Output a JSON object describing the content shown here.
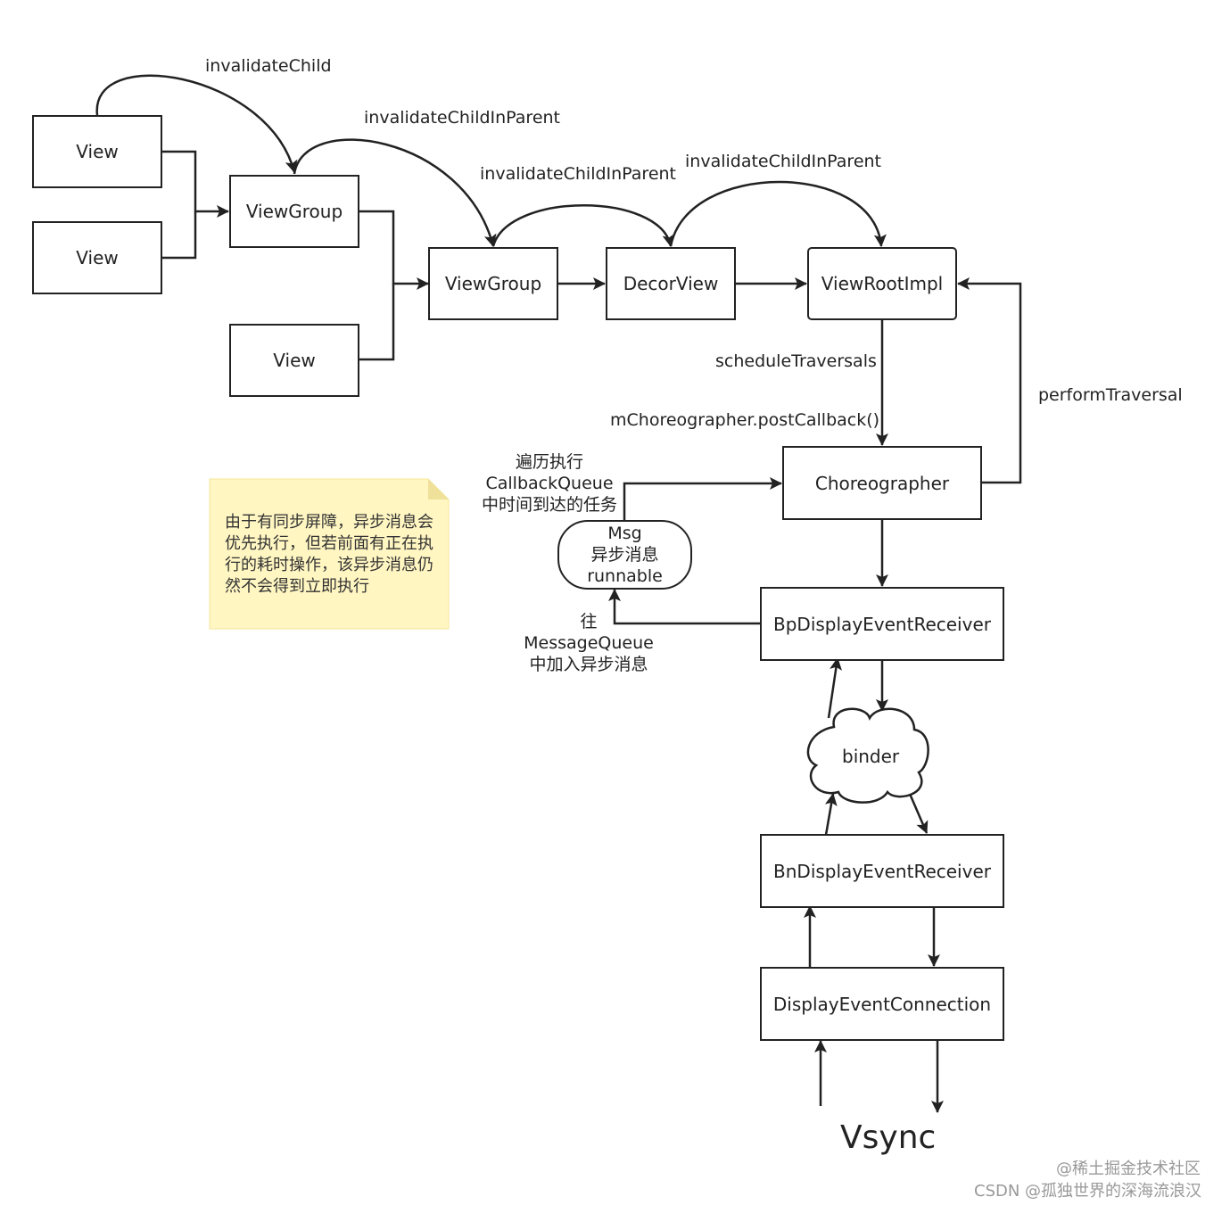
{
  "nodes": {
    "view1": "View",
    "view2": "View",
    "view3": "View",
    "viewgroup1": "ViewGroup",
    "viewgroup2": "ViewGroup",
    "decorview": "DecorView",
    "viewrootimpl": "ViewRootImpl",
    "choreographer": "Choreographer",
    "bpreceiver": "BpDisplayEventReceiver",
    "bnreceiver": "BnDisplayEventReceiver",
    "connection": "DisplayEventConnection",
    "binder": "binder",
    "msg": [
      "Msg",
      "异步消息",
      "runnable"
    ],
    "vsync": "Vsync"
  },
  "edge_labels": {
    "invalidate_child": "invalidateChild",
    "invalidate_child_in_parent_1": "invalidateChildInParent",
    "invalidate_child_in_parent_2": "invalidateChildInParent",
    "invalidate_child_in_parent_3": "invalidateChildInParent",
    "schedule_traversals": "scheduleTraversals",
    "post_callback": "mChoreographer.postCallback()",
    "perform_traversal": "performTraversal",
    "traverse_queue": [
      "遍历执行",
      "CallbackQueue",
      "中时间到达的任务"
    ],
    "add_async_msg": [
      "往",
      "MessageQueue",
      "中加入异步消息"
    ]
  },
  "note": {
    "text": "由于有同步屏障，异步消息会优先执行，但若前面有正在执行的耗时操作，该异步消息仍然不会得到立即执行",
    "color": "#fff6c2"
  },
  "watermarks": {
    "juejin": "@稀土掘金技术社区",
    "csdn": "CSDN @孤独世界的深海流浪汉"
  }
}
